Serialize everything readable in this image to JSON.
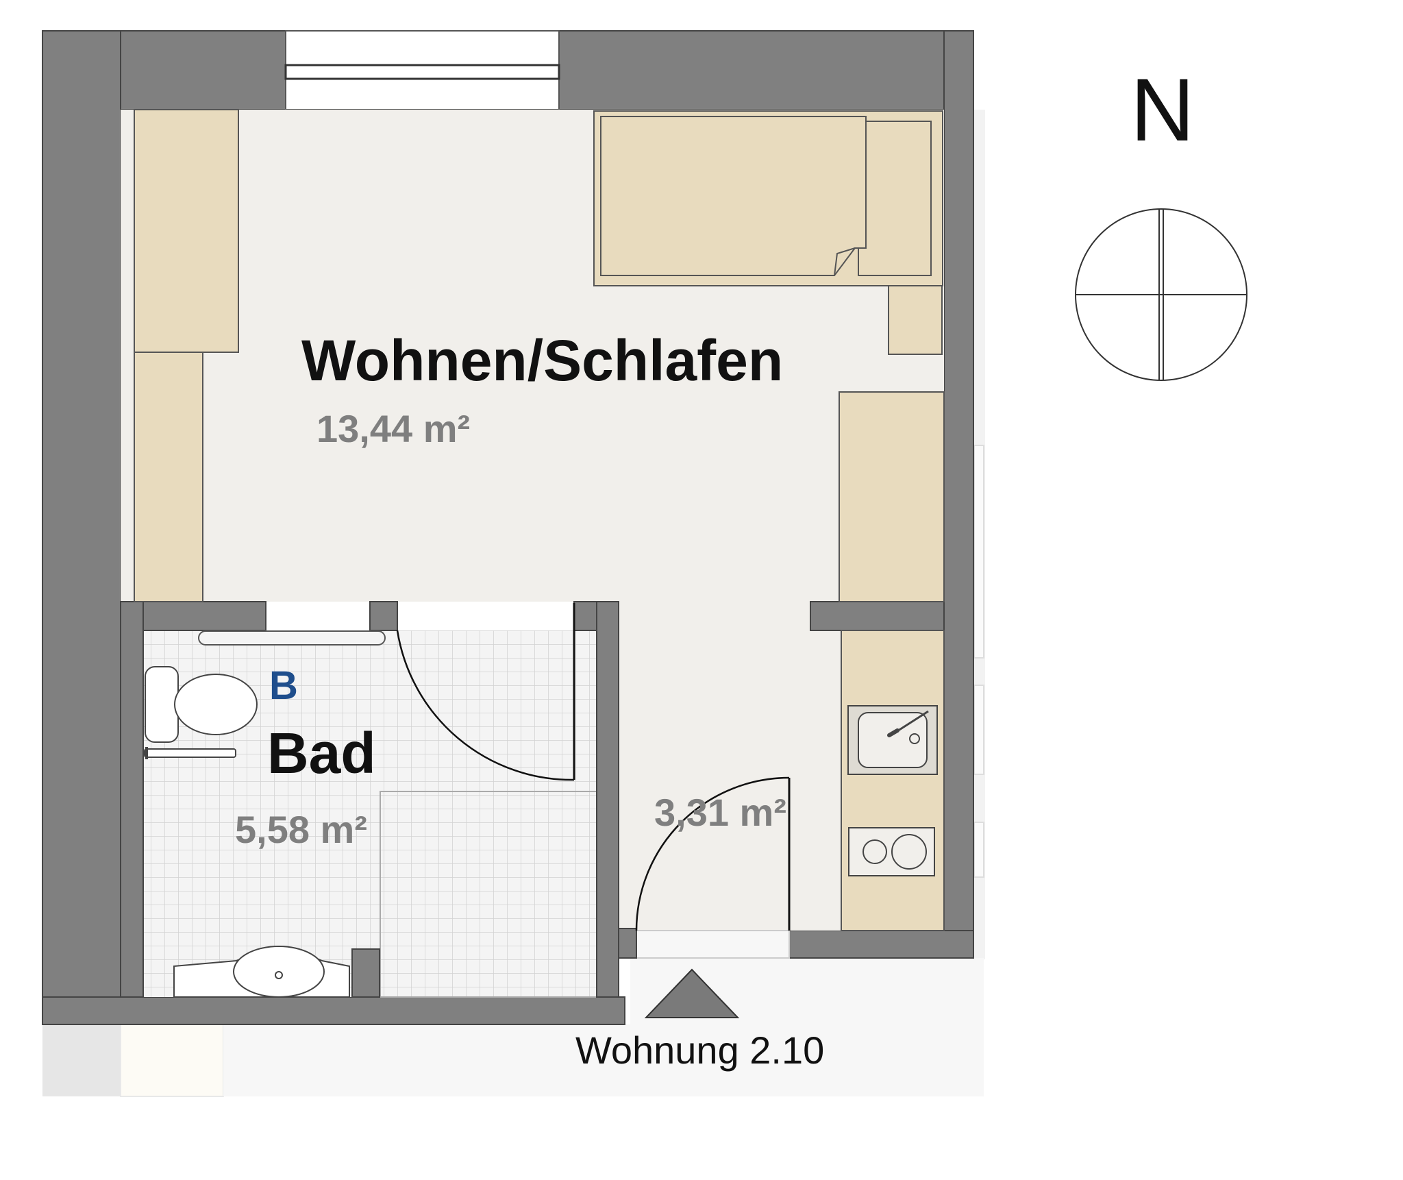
{
  "rooms": {
    "wohnen": {
      "name": "Wohnen/Schlafen",
      "area": "13,44 m²"
    },
    "bad": {
      "name": "Bad",
      "area": "5,58 m²",
      "marker": "B"
    },
    "flur": {
      "area": "3,31 m²"
    }
  },
  "entrance": {
    "label": "Wohnung 2.10"
  },
  "compass": {
    "label": "N"
  },
  "colors": {
    "wall": "#808080",
    "floor": "#f1efeb",
    "furniture": "#e8dbbe",
    "tile_grid": "#d2d2d2",
    "area_text": "#7f7f7f",
    "marker_blue": "#1f4e8c",
    "outside": "#f6f6f6"
  }
}
